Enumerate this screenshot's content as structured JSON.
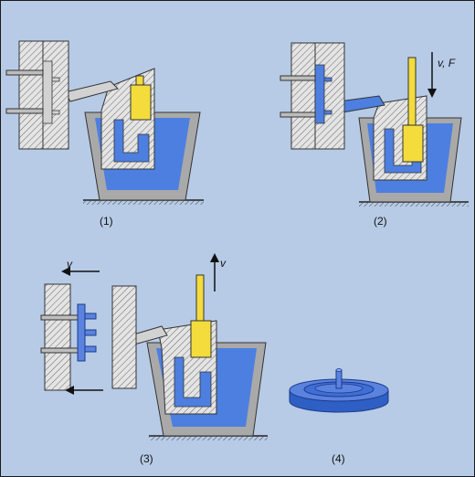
{
  "colors": {
    "background": "#b7cbe6",
    "melt": "#4d7fe0",
    "plunger": "#f3dc3c",
    "wall": "#d2d2d2",
    "crucible": "#a9a9a9",
    "casting": "#5a82df"
  },
  "panels": [
    {
      "label": "(1)"
    },
    {
      "label": "(2)",
      "arrow_label": "v, F"
    },
    {
      "label": "(3)",
      "arrow_label_up": "v",
      "arrow_label_left": "v"
    },
    {
      "label": "(4)"
    }
  ]
}
